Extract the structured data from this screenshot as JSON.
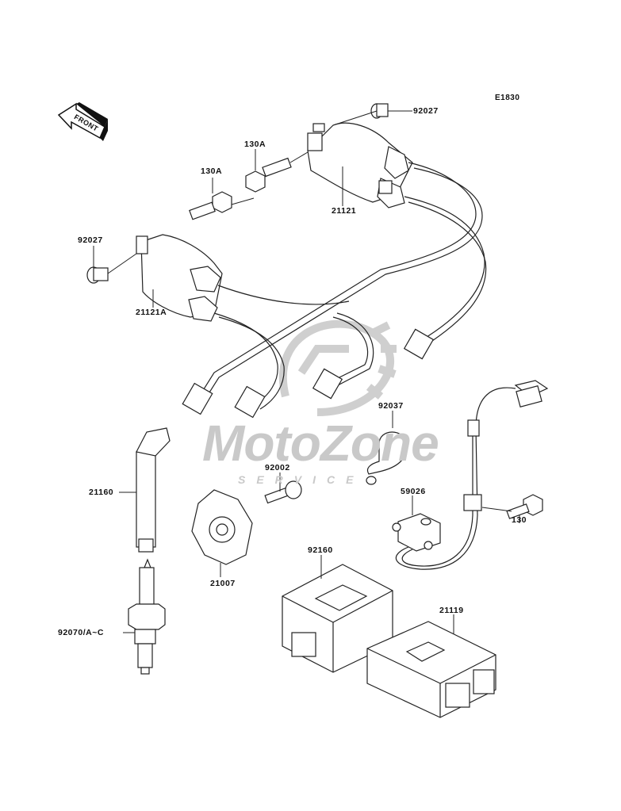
{
  "diagram": {
    "code": "E1830",
    "front_indicator": "FRONT",
    "watermark": {
      "brand": "MotoZone",
      "tagline": "SERVICE"
    },
    "parts": [
      {
        "id": "part-92027-top",
        "number": "92027",
        "description": "cap"
      },
      {
        "id": "part-130A-upper",
        "number": "130A",
        "description": "bolt"
      },
      {
        "id": "part-130A-lower",
        "number": "130A",
        "description": "bolt"
      },
      {
        "id": "part-21121",
        "number": "21121",
        "description": "ignition coil"
      },
      {
        "id": "part-92027-left",
        "number": "92027",
        "description": "cap"
      },
      {
        "id": "part-21121A",
        "number": "21121A",
        "description": "ignition coil"
      },
      {
        "id": "part-92037",
        "number": "92037",
        "description": "clamp"
      },
      {
        "id": "part-92002",
        "number": "92002",
        "description": "screw"
      },
      {
        "id": "part-21160",
        "number": "21160",
        "description": "spark plug cap"
      },
      {
        "id": "part-59026",
        "number": "59026",
        "description": "pickup sensor"
      },
      {
        "id": "part-130",
        "number": "130",
        "description": "bolt"
      },
      {
        "id": "part-21007",
        "number": "21007",
        "description": "timing rotor"
      },
      {
        "id": "part-92160",
        "number": "92160",
        "description": "cover"
      },
      {
        "id": "part-21119",
        "number": "21119",
        "description": "igniter"
      },
      {
        "id": "part-92070",
        "number": "92070/A~C",
        "description": "spark plug"
      }
    ]
  }
}
